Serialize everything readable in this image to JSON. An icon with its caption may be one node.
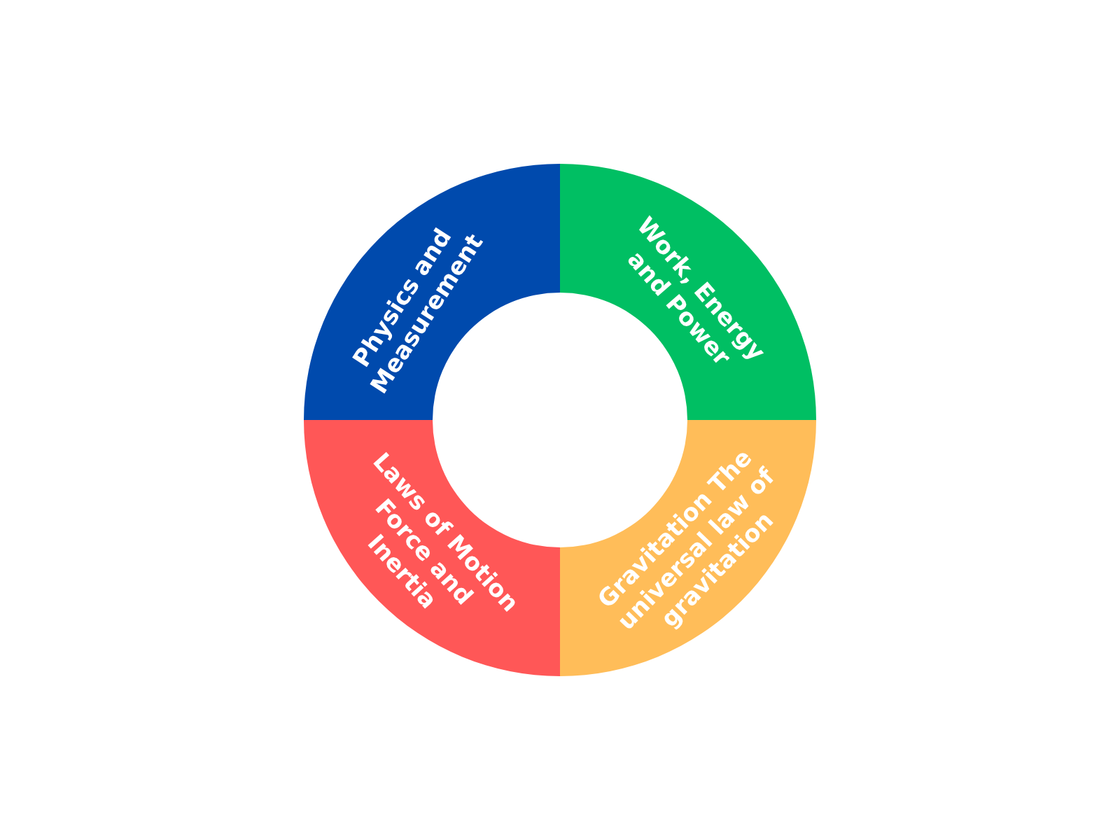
{
  "diagram": {
    "nodes": [
      {
        "text": [
          "Physics and Measurement"
        ]
      },
      {
        "text": [
          "Work, Energy and Power"
        ]
      },
      {
        "text": [
          "Laws of Motion Force and Inertia"
        ]
      },
      {
        "text": [
          "Gravitation The universal law of gravitation"
        ]
      }
    ]
  }
}
